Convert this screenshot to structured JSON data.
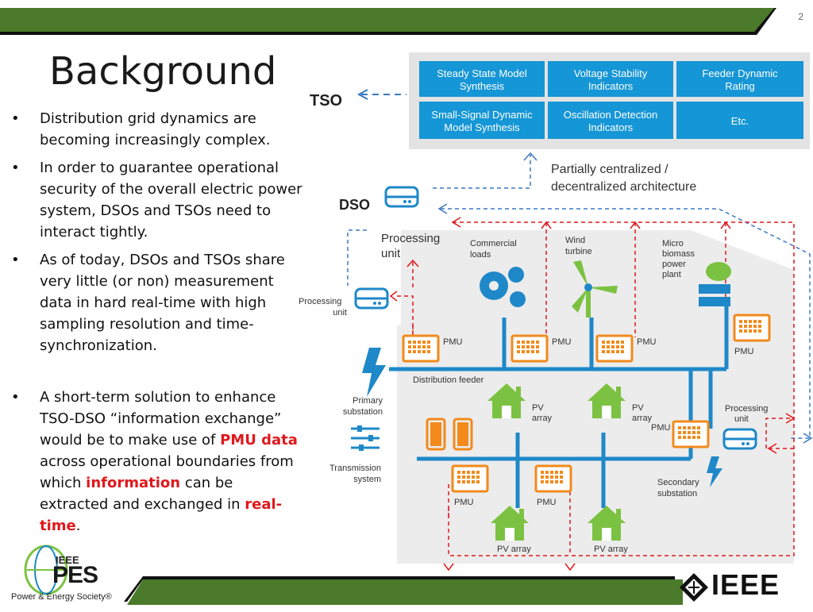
{
  "slide": {
    "page_number": "2",
    "title": "Background"
  },
  "bullets": [
    {
      "text": "Distribution grid dynamics are becoming increasingly complex."
    },
    {
      "text": "In order to guarantee operational security of the overall electric power system, DSOs and TSOs need to interact tightly."
    },
    {
      "text": "As of today, DSOs and TSOs share very little (or non) measurement data in hard real-time with high sampling resolution and time-synchronization."
    },
    {
      "parts": {
        "a": "A short-term solution to enhance TSO-DSO “information exchange” would be to make use of ",
        "b": "PMU data",
        "c": " across operational boundaries from which ",
        "d": "information",
        "e": " can be extracted and exchanged in ",
        "f": "real-time",
        "g": "."
      }
    }
  ],
  "bullet_symbol": "•",
  "diagram": {
    "tso_label": "TSO",
    "dso_label": "DSO",
    "boxes": {
      "b1a": "Steady State Model",
      "b1b": "Synthesis",
      "b2a": "Voltage Stability",
      "b2b": "Indicators",
      "b3a": "Feeder Dynamic",
      "b3b": "Rating",
      "b4a": "Small-Signal Dynamic",
      "b4b": "Model Synthesis",
      "b5a": "Oscillation Detection",
      "b5b": "Indicators",
      "b6": "Etc."
    },
    "architecture_l1": "Partially centralized /",
    "architecture_l2": "decentralized architecture",
    "processing_unit_l1": "Processing",
    "processing_unit_l2": "unit",
    "commercial_l1": "Commercial",
    "commercial_l2": "loads",
    "wind_l1": "Wind",
    "wind_l2": "turbine",
    "micro_l1": "Micro",
    "micro_l2": "biomass",
    "micro_l3": "power",
    "micro_l4": "plant",
    "pmu": "PMU",
    "distribution_feeder": "Distribution feeder",
    "primary_l1": "Primary",
    "primary_l2": "substation",
    "transmission_l1": "Transmission",
    "transmission_l2": "system",
    "pv_l1": "PV",
    "pv_l2": "array",
    "pv_array": "PV array",
    "secondary_l1": "Secondary",
    "secondary_l2": "substation"
  },
  "logos": {
    "pes_l1": "IEEE",
    "pes_l2": "PES",
    "pes_tagline": "Power & Energy Society®",
    "ieee": "IEEE"
  },
  "colors": {
    "banner_green": "#4a7a2a",
    "box_blue": "#1596d6",
    "house_green": "#7cc242",
    "icon_blue": "#1e88c8",
    "pmu_orange": "#f28a1c",
    "red_dashed": "#e0181c",
    "blue_dashed": "#3a78c2"
  }
}
